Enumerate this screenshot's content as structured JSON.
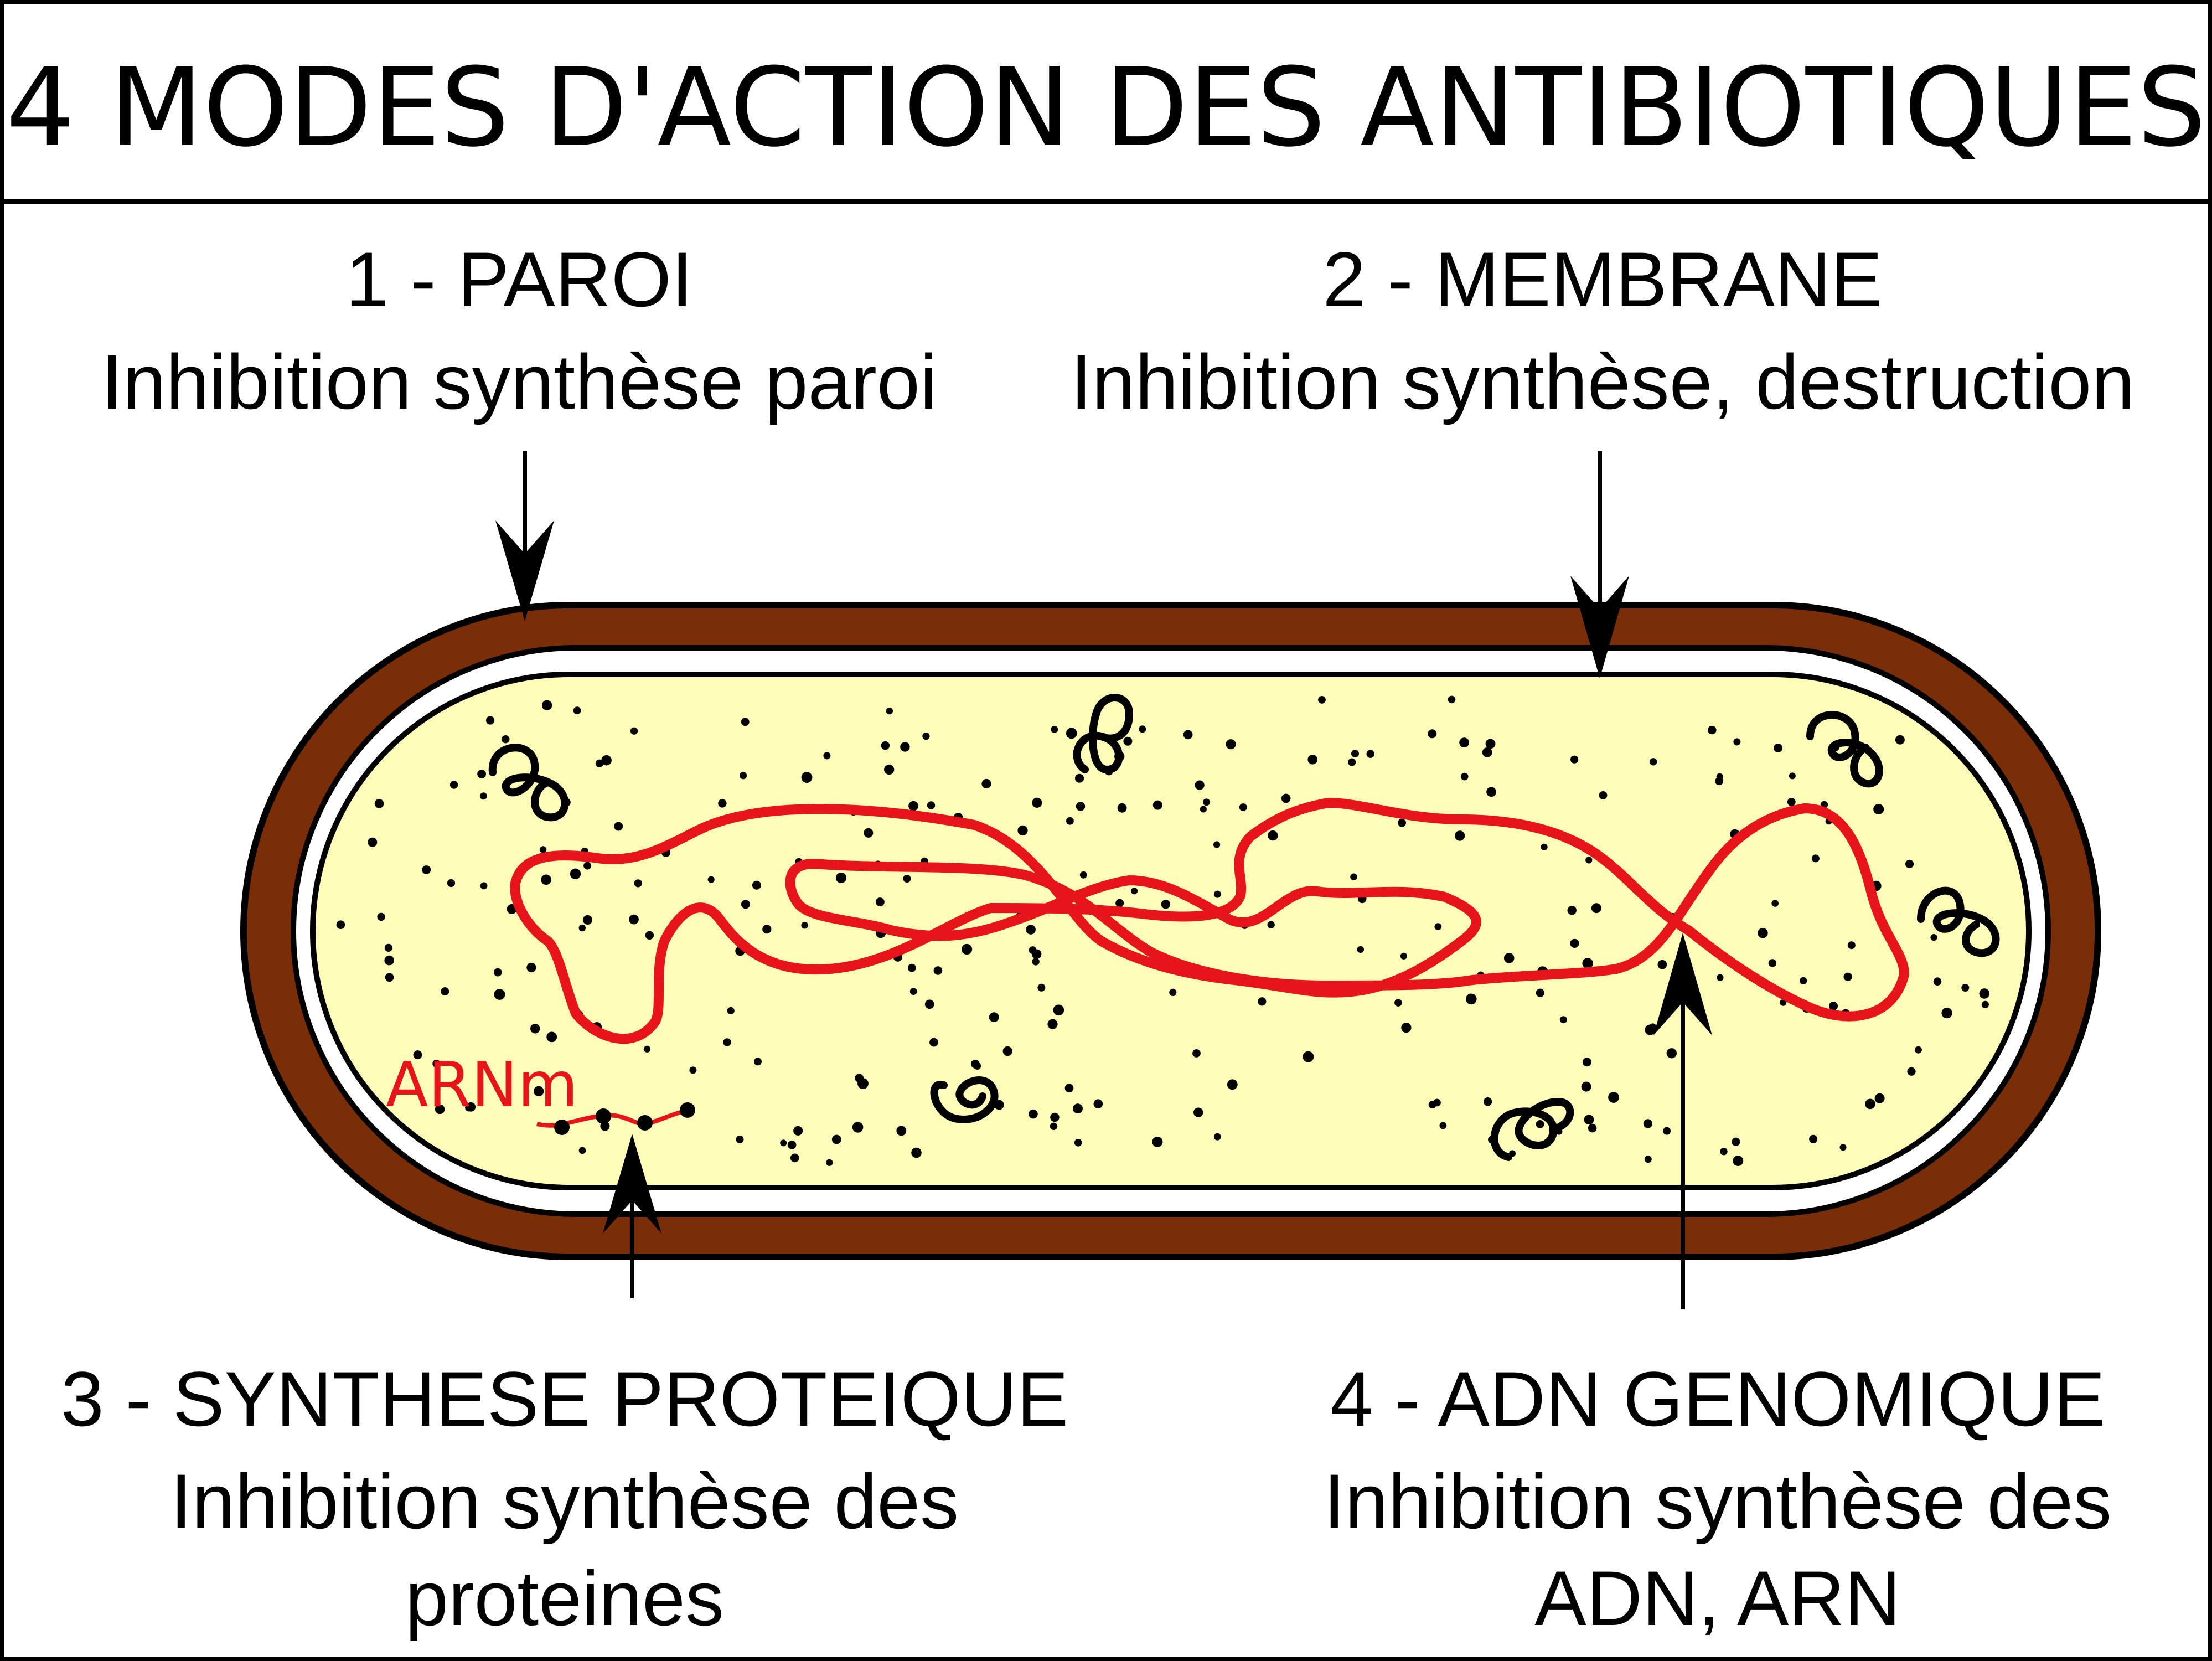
{
  "title": "4 MODES D'ACTION DES ANTIBIOTIQUES",
  "colors": {
    "cell_wall": "#7a2e08",
    "cytoplasm": "#fdfdb8",
    "dna": "#e6141b",
    "outline": "#000000",
    "background": "#ffffff"
  },
  "modes": [
    {
      "number_label": "1 - PAROI",
      "description": [
        "Inhibition synthèse paroi"
      ]
    },
    {
      "number_label": "2 - MEMBRANE",
      "description": [
        "Inhibition synthèse, destruction"
      ]
    },
    {
      "number_label": "3 - SYNTHESE PROTEIQUE",
      "description": [
        "Inhibition synthèse des",
        "proteines"
      ]
    },
    {
      "number_label": "4 - ADN GENOMIQUE",
      "description": [
        "Inhibition synthèse des",
        "ADN, ARN"
      ]
    }
  ],
  "mrna_label": "ARNm",
  "icons": {
    "plasmid": "plasmid-icon",
    "ribosome": "ribosome-dot",
    "arrow": "arrow-icon"
  }
}
